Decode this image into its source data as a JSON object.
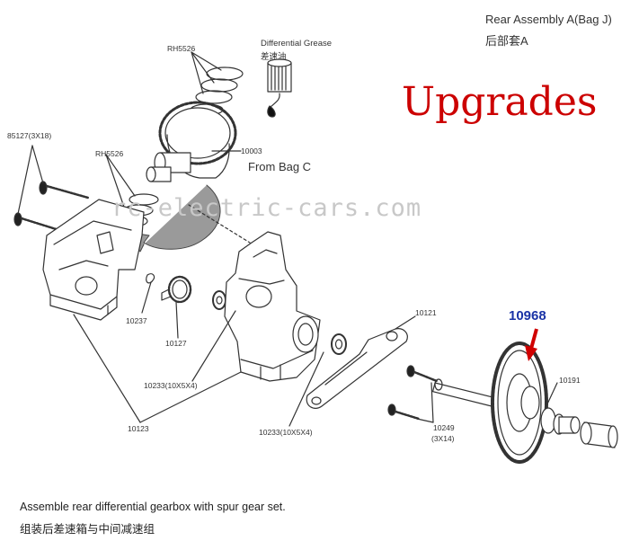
{
  "header": {
    "assembly_title": "Rear Assembly A(Bag J)",
    "assembly_title_cn": "后部套A"
  },
  "overlay": {
    "upgrades_label": "Upgrades",
    "watermark": "rc-electric-cars.com",
    "highlight_part": "10968",
    "accent_color": "#cc0000",
    "highlight_color": "#1a33a6"
  },
  "labels": {
    "grease": "Differential Grease",
    "grease_cn": "差速油",
    "rh5526_top": "RH5526",
    "rh5526_left": "RH5526",
    "screw_85127": "85127(3X18)",
    "part_10003": "10003",
    "from_bag": "From Bag C",
    "part_10237": "10237",
    "part_10127": "10127",
    "part_10233_a": "10233(10X5X4)",
    "part_10233_b": "10233(10X5X4)",
    "part_10123": "10123",
    "part_10121": "10121",
    "part_10191": "10191",
    "part_10249": "10249",
    "part_10249_size": "(3X14)"
  },
  "caption": {
    "line1": "Assemble rear differential gearbox with spur gear set.",
    "line2": "组装后差速箱与中间减速组"
  }
}
